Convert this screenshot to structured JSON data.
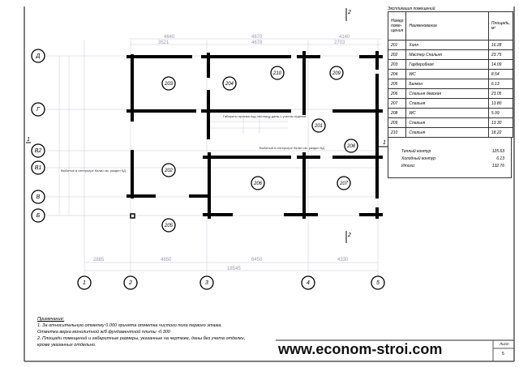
{
  "table": {
    "title": "Экспликация помещений",
    "headers": [
      "Номер поме-щения",
      "Наименование",
      "Площадь, м²"
    ],
    "rows": [
      [
        "201",
        "Холл",
        "16.28"
      ],
      [
        "202",
        "Мастер Спальня",
        "23.75"
      ],
      [
        "203",
        "Гардеробная",
        "14.09"
      ],
      [
        "204",
        "WC",
        "8.54"
      ],
      [
        "205",
        "Балкон",
        "6.13"
      ],
      [
        "206",
        "Спальня девская",
        "23.05"
      ],
      [
        "207",
        "Спальня",
        "13.80"
      ],
      [
        "208",
        "WC",
        "5.99"
      ],
      [
        "209",
        "Спальня",
        "13.30"
      ],
      [
        "210",
        "Спальня",
        "18.22"
      ]
    ],
    "totals": [
      [
        "Теплый контур",
        "125.63"
      ],
      [
        "Холодный контур",
        "6.13"
      ],
      [
        "Итого:",
        "132.76"
      ]
    ]
  },
  "axes": {
    "rows": [
      "Д",
      "Г",
      "В2",
      "В1",
      "В",
      "Б"
    ],
    "cols": [
      "1",
      "2",
      "3",
      "4",
      "5"
    ]
  },
  "rooms": [
    "203",
    "204",
    "210",
    "209",
    "201",
    "208",
    "202",
    "206",
    "207",
    "205"
  ],
  "dims": {
    "bottom": [
      "2885",
      "4850",
      "6450",
      "4330"
    ],
    "total": "18545",
    "top": [
      "4640",
      "4670",
      "4140"
    ],
    "top2": [
      "3521",
      "4678",
      "2703"
    ]
  },
  "annotations": {
    "stairs": "Габариты проема под лестницу даны с учетом отделки",
    "note1": "Выбитые в интерьере балки см. раздел КД",
    "note2": "Выбитый в интерьере балки см. раздел КД",
    "sec1": "1",
    "sec2": "2"
  },
  "notes": {
    "title": "Примечание:",
    "lines": [
      "1. За относительную отметку 0.000 принята отметка чистого пола первого этажа.",
      "  Отметка верха  монолитной ж/б фундаментной плиты  -0.300",
      "2. Площади помещений и габаритные размеры, указанные на чертеже, даны без учета отделки,",
      "кроме указанных отдельно."
    ]
  },
  "stamp": {
    "site": "www.econom-stroi.com",
    "sheet_label": "Лист",
    "sheet": "5"
  }
}
